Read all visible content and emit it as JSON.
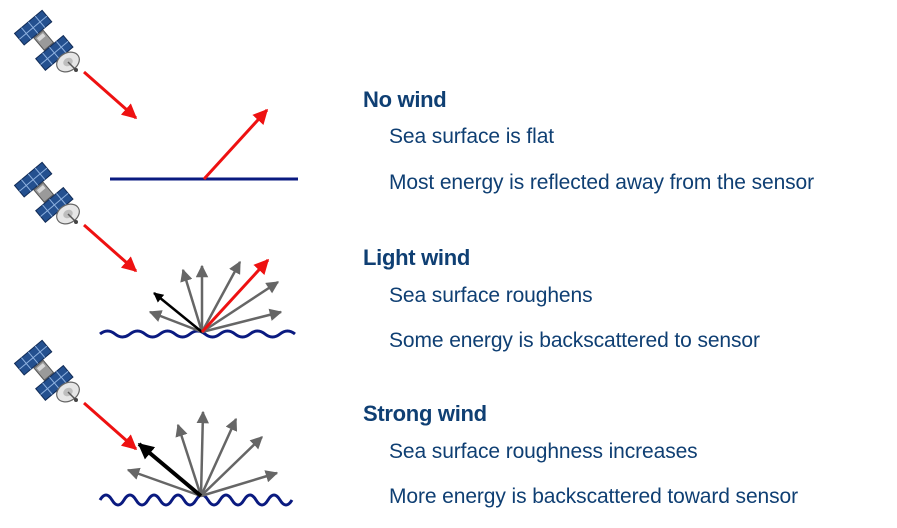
{
  "colors": {
    "text": "#0f3f73",
    "incident_ray": "#ee1111",
    "scatter_ray": "#666666",
    "backscatter_ray": "#000000",
    "surface": "#0a1a80",
    "panel_blue": "#24508f"
  },
  "icons": [
    "satellite-icon"
  ],
  "sections": [
    {
      "heading": "No wind",
      "lines": [
        "Sea surface is flat",
        "Most energy is reflected away from the sensor"
      ]
    },
    {
      "heading": "Light wind",
      "lines": [
        "Sea surface roughens",
        "Some energy is backscattered to sensor"
      ]
    },
    {
      "heading": "Strong wind",
      "lines": [
        "Sea surface roughness increases",
        "More energy is backscattered toward sensor"
      ]
    }
  ]
}
